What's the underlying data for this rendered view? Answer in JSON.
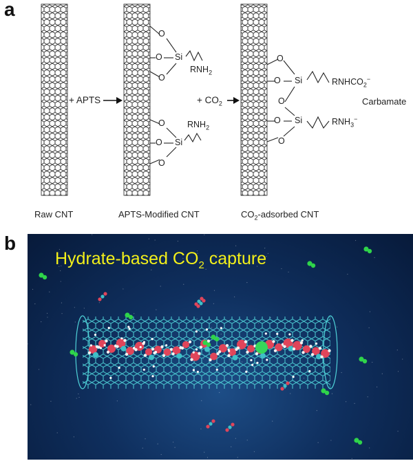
{
  "panel_a": {
    "letter": "a",
    "labels": {
      "raw": "Raw CNT",
      "apts_modified": "APTS-Modified CNT",
      "co2_adsorbed_pre": "CO",
      "co2_adsorbed_sub": "2",
      "co2_adsorbed_post": "-adsorbed CNT"
    },
    "step1": "+ APTS",
    "step2_pre": "+ CO",
    "step2_sub": "2",
    "atoms": {
      "o": "O",
      "si": "Si"
    },
    "groups": {
      "rnh2_pre": "RNH",
      "rnh2_sub": "2",
      "rnhco2_pre": "RNHCO",
      "rnhco2_sub": "2",
      "rnhco2_sup": "−",
      "rnh3_pre": "RNH",
      "rnh3_sub": "3",
      "rnh3_sup": "−"
    },
    "carbamate": "Carbamate"
  },
  "panel_b": {
    "letter": "b",
    "title_pre": "Hydrate-based CO",
    "title_sub": "2",
    "title_post": " capture",
    "colors": {
      "background": "#0f2f5e",
      "nanotube": "#4fd2d8",
      "title": "#f3f01a"
    }
  }
}
